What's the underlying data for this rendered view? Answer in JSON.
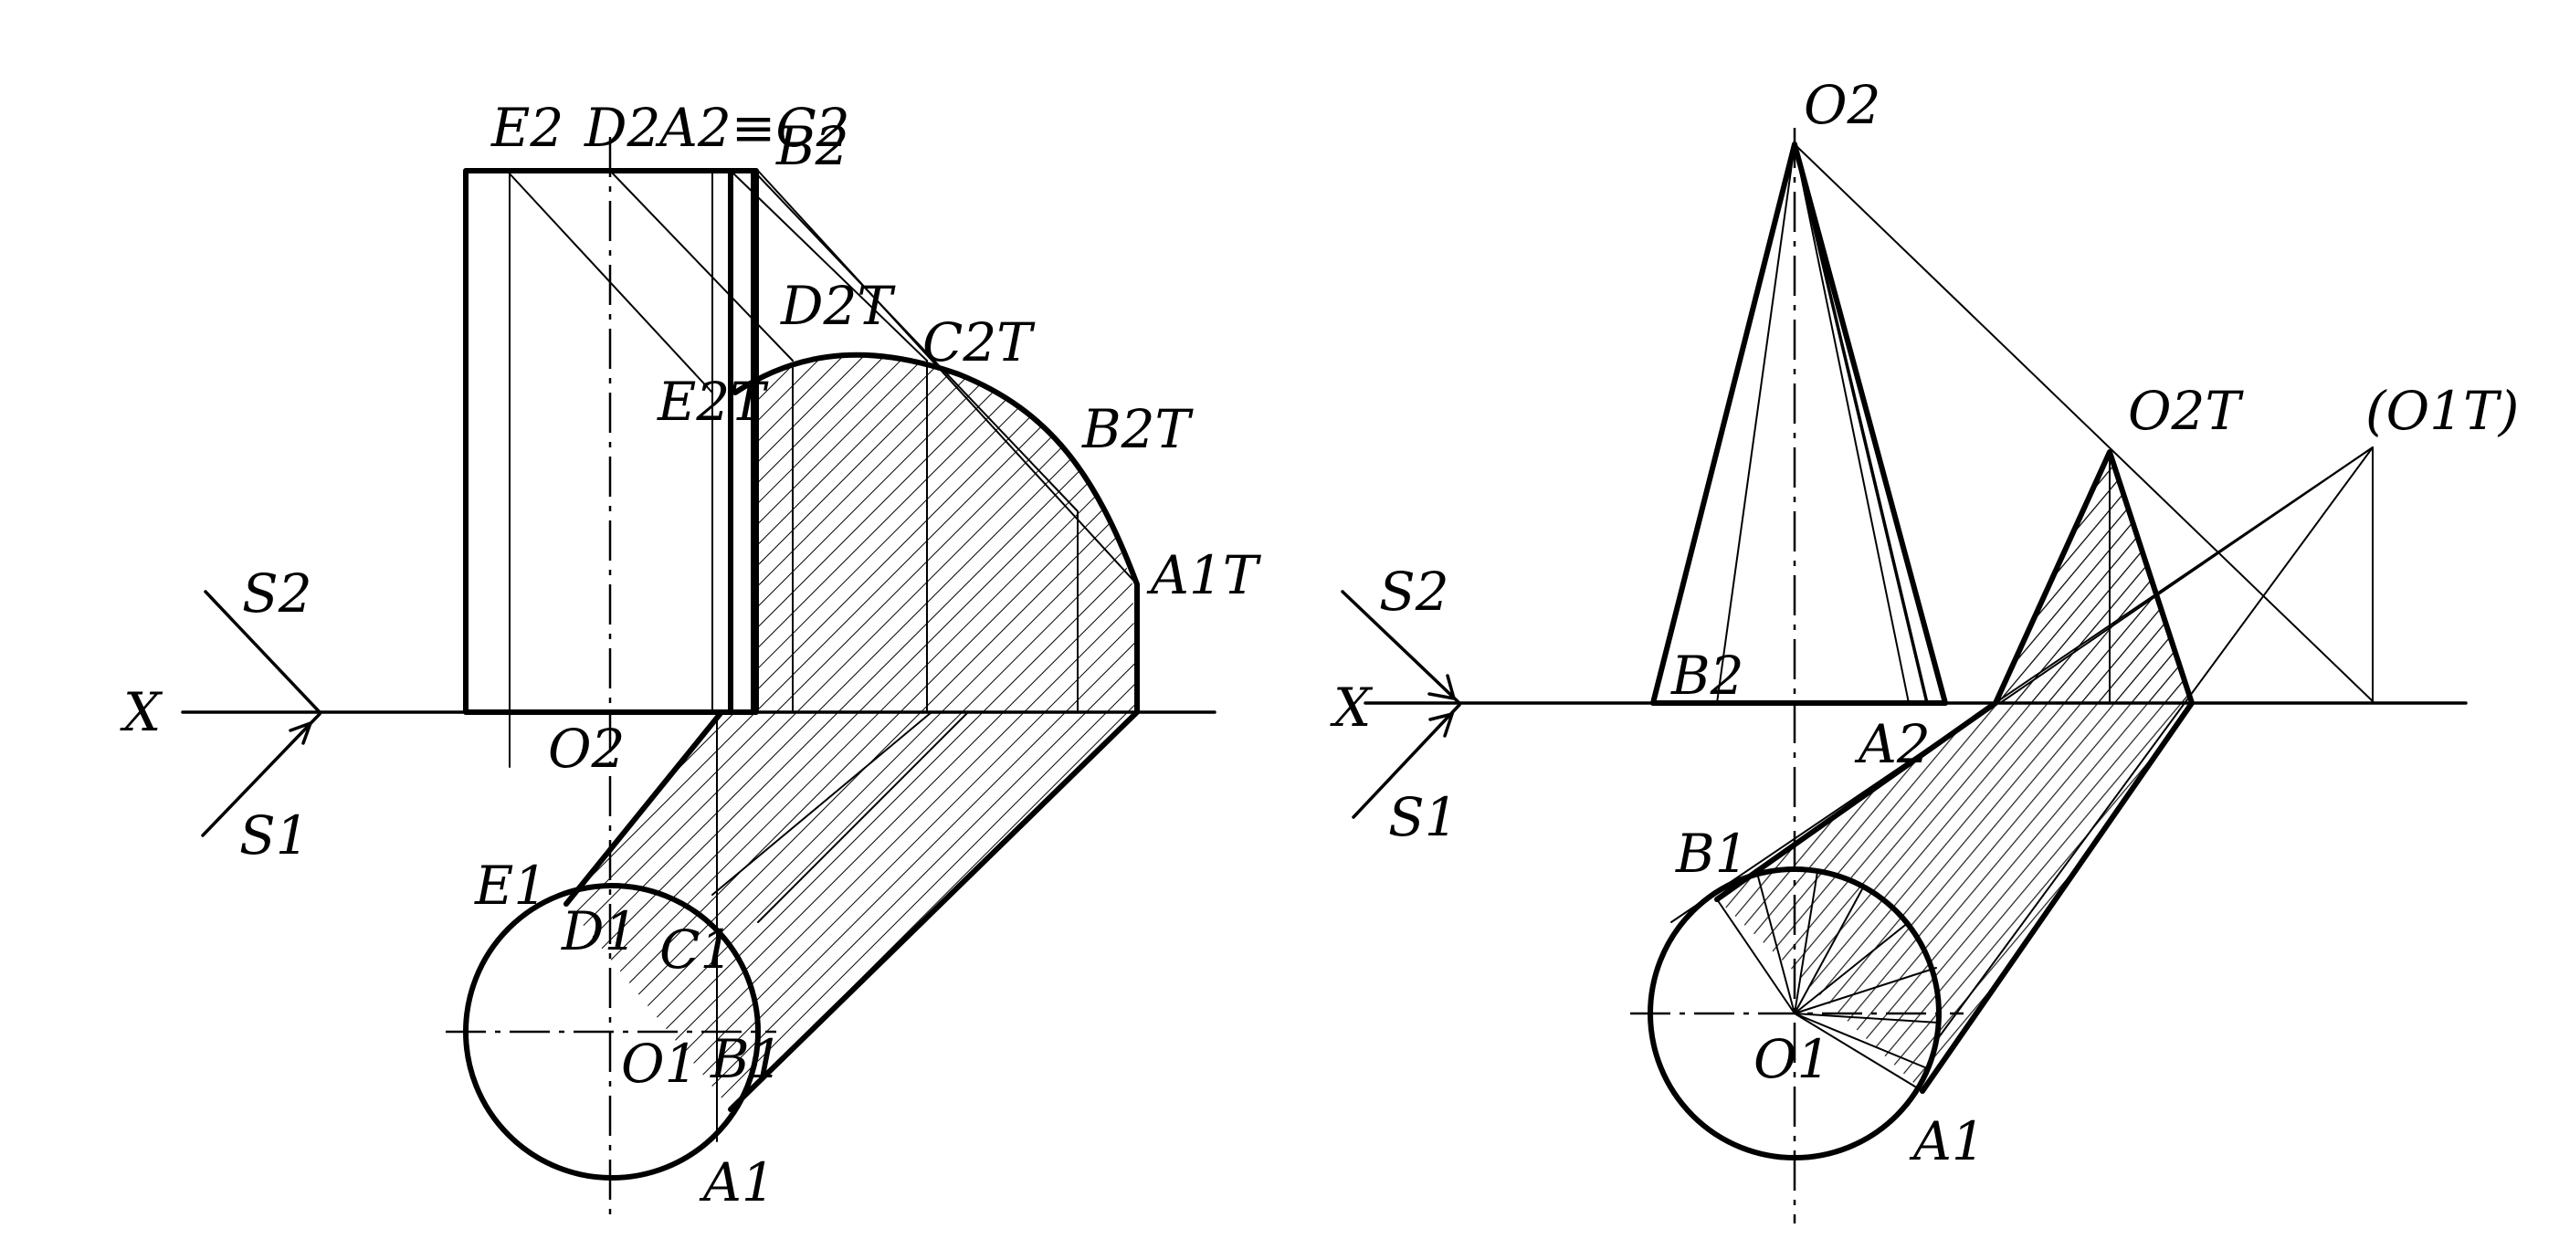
{
  "figure_left": {
    "labels": {
      "E2": "E2",
      "D2": "D2",
      "A2C2": "A2≡C2",
      "B2": "B2",
      "D2T": "D2T",
      "C2T": "C2T",
      "E2T": "E2T",
      "B2T": "B2T",
      "A1T": "A1T",
      "S2": "S2",
      "S1": "S1",
      "X": "X",
      "O2": "O2",
      "E1": "E1",
      "D1": "D1",
      "C1": "C1",
      "O1": "O1",
      "B1": "B1",
      "A1": "A1"
    }
  },
  "figure_right": {
    "labels": {
      "O2": "O2",
      "O2T": "O2T",
      "O1T": "(O1T)",
      "S2": "S2",
      "S1": "S1",
      "X": "X",
      "B2": "B2",
      "A2": "A2",
      "B1": "B1",
      "O1": "O1",
      "A1": "A1"
    }
  }
}
